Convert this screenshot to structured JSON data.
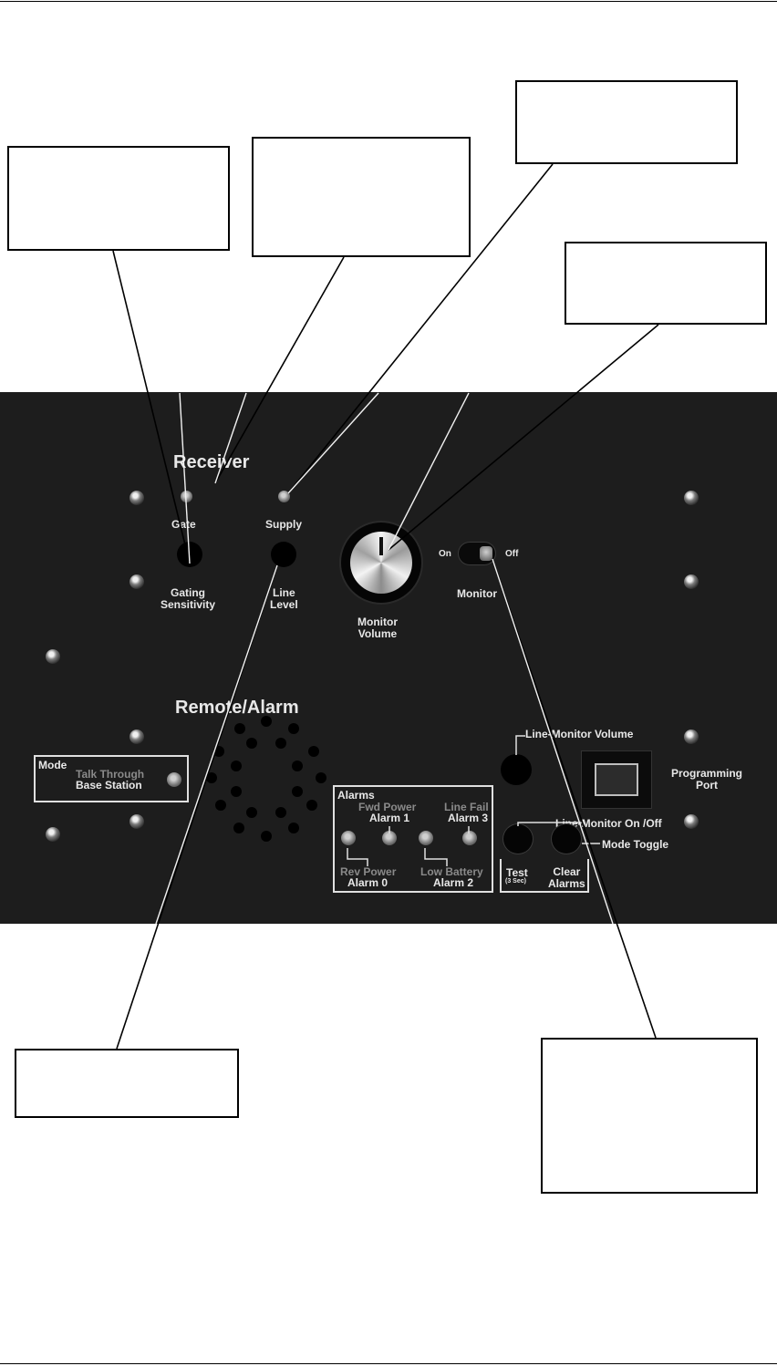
{
  "panel": {
    "receiver": {
      "title": "Receiver",
      "gate": "Gate",
      "supply": "Supply",
      "gating_sensitivity": [
        "Gating",
        "Sensitivity"
      ],
      "line_level": [
        "Line",
        "Level"
      ],
      "monitor_volume": [
        "Monitor",
        "Volume"
      ],
      "switch_on": "On",
      "switch_off": "Off",
      "monitor": "Monitor"
    },
    "remote_alarm": {
      "title": "Remote/Alarm",
      "mode": {
        "title": "Mode",
        "talk_through": "Talk Through",
        "base_station": "Base Station"
      },
      "alarms": {
        "title": "Alarms",
        "fwd_power": "Fwd Power",
        "alarm1": "Alarm 1",
        "line_fail": "Line Fail",
        "alarm3": "Alarm 3",
        "rev_power": "Rev Power",
        "alarm0": "Alarm 0",
        "low_battery": "Low Battery",
        "alarm2": "Alarm 2"
      },
      "line_monitor_volume": "Line-Monitor Volume",
      "line_monitor_onoff": "Line-Monitor On /Off",
      "mode_toggle": "Mode Toggle",
      "test": "Test",
      "test_sub": "(3 Sec)",
      "clear_alarms": [
        "Clear",
        "Alarms"
      ],
      "programming_port": [
        "Programming",
        "Port"
      ]
    }
  }
}
